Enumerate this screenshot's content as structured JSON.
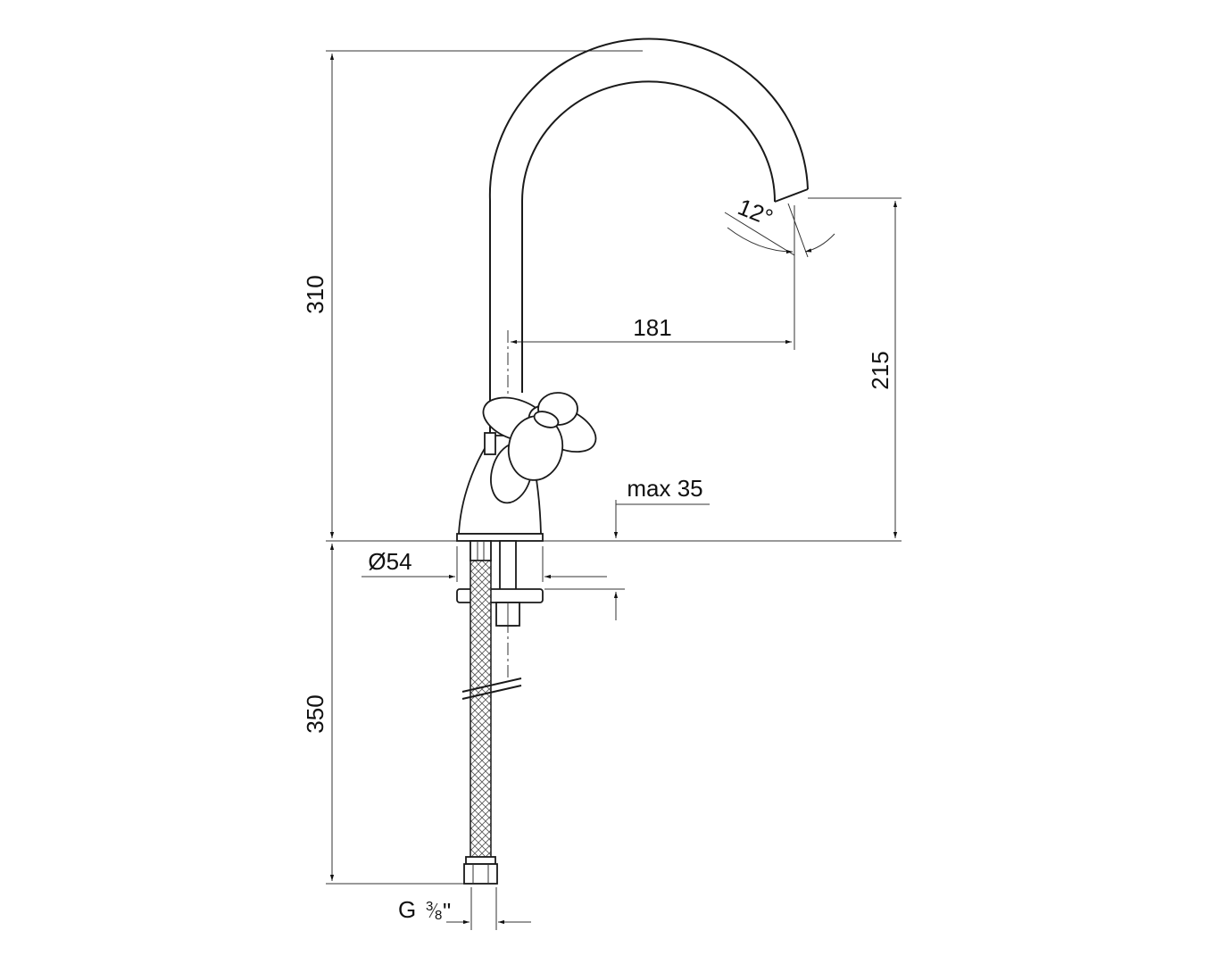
{
  "drawing": {
    "dimensions": {
      "total_height": "310",
      "spout_reach": "181",
      "spout_height": "215",
      "spout_angle": "12°",
      "max_deck_thickness": "max 35",
      "base_diameter": "Ø54",
      "hose_length": "350",
      "thread_main": "G",
      "thread_num": "3",
      "thread_den": "8",
      "thread_inch": "\""
    }
  }
}
